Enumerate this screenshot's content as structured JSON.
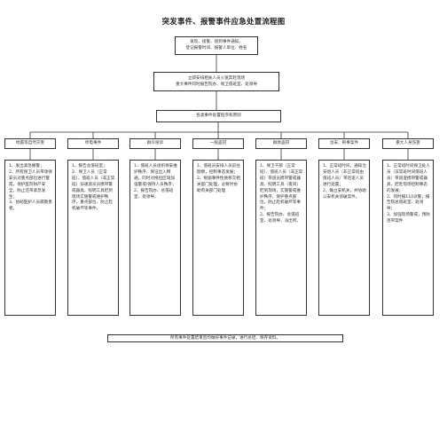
{
  "title": "突发事件、报警事件应急处置流程图",
  "top_box": {
    "line1": "发现、接警、接到事件通知，",
    "line2": "登记报警时间、报警人单位、姓名"
  },
  "mid_box": {
    "line1": "立即安排相关人员火速奔赴现场",
    "line2": "重大事件同时报告院办、保卫值班室、处领导"
  },
  "process_box": "各类事件处置程序和原则",
  "categories": [
    {
      "label": "地震等自然灾害",
      "paras": [
        "1、发出紧急撤警；",
        "2、所有保卫人员带领保安员对重点部位进行警戒，保护医院财产安全，防止还带紧急发生；",
        "3、协助医护人员疏散患者。"
      ]
    },
    {
      "label": "停电事件",
      "paras": [
        "1、报告总值班室；",
        "2、保卫人员（正常班）、值班人员（非正常班）穿通道员员携带警戒器具，照明工具赶到现场实施警戒维护秩序，重点部位、防止趁机破坏等事件。"
      ]
    },
    {
      "label": "群众投诉",
      "paras": [
        "1、值班人员组织保安维护秩序，保证出入畅通，同时对拖拉区域加强警戒/保持人员秩序；",
        "2、报告院办、总值班室、处领导。"
      ]
    },
    {
      "label": "一般盗窃",
      "paras": [
        "1、值班员安排人员前往勘察，控制事态发展；",
        "2、根据事件性质移交相关部门处理，必要时协助有关部门处理"
      ]
    },
    {
      "label": "群体盗窃",
      "paras": [
        "1、保卫干部（正常班）、值班人员（非正常班）带道员携带警戒器具、照明工具（夜间）赶到现场，实施警戒维护秩序，保护重点部位，防止趁机破坏等事件；",
        "2、报告院办、总值班室、处领导、派出所。"
      ]
    },
    {
      "label": "治安、刑事案件",
      "paras": [
        "1、正常班时间，通知治安组人员（非正常班由值班人员）带巡逻人员进行处置；",
        "2、确立安机关，并协助公安机关侦破案件。"
      ]
    },
    {
      "label": "重大人身伤害",
      "paras": [
        "1、正常班时间保卫处人员（非常班时间值班人员）带道逻携带警戒器具，赶赴现场控制事态的发展；",
        "2、同时报110派警，报告院总值班室、处领导；",
        "3、加强现场警戒，预防连带案件"
      ]
    }
  ],
  "footer": "所有事件处置结束后均做好事件记录，进行总结、保存资料。"
}
